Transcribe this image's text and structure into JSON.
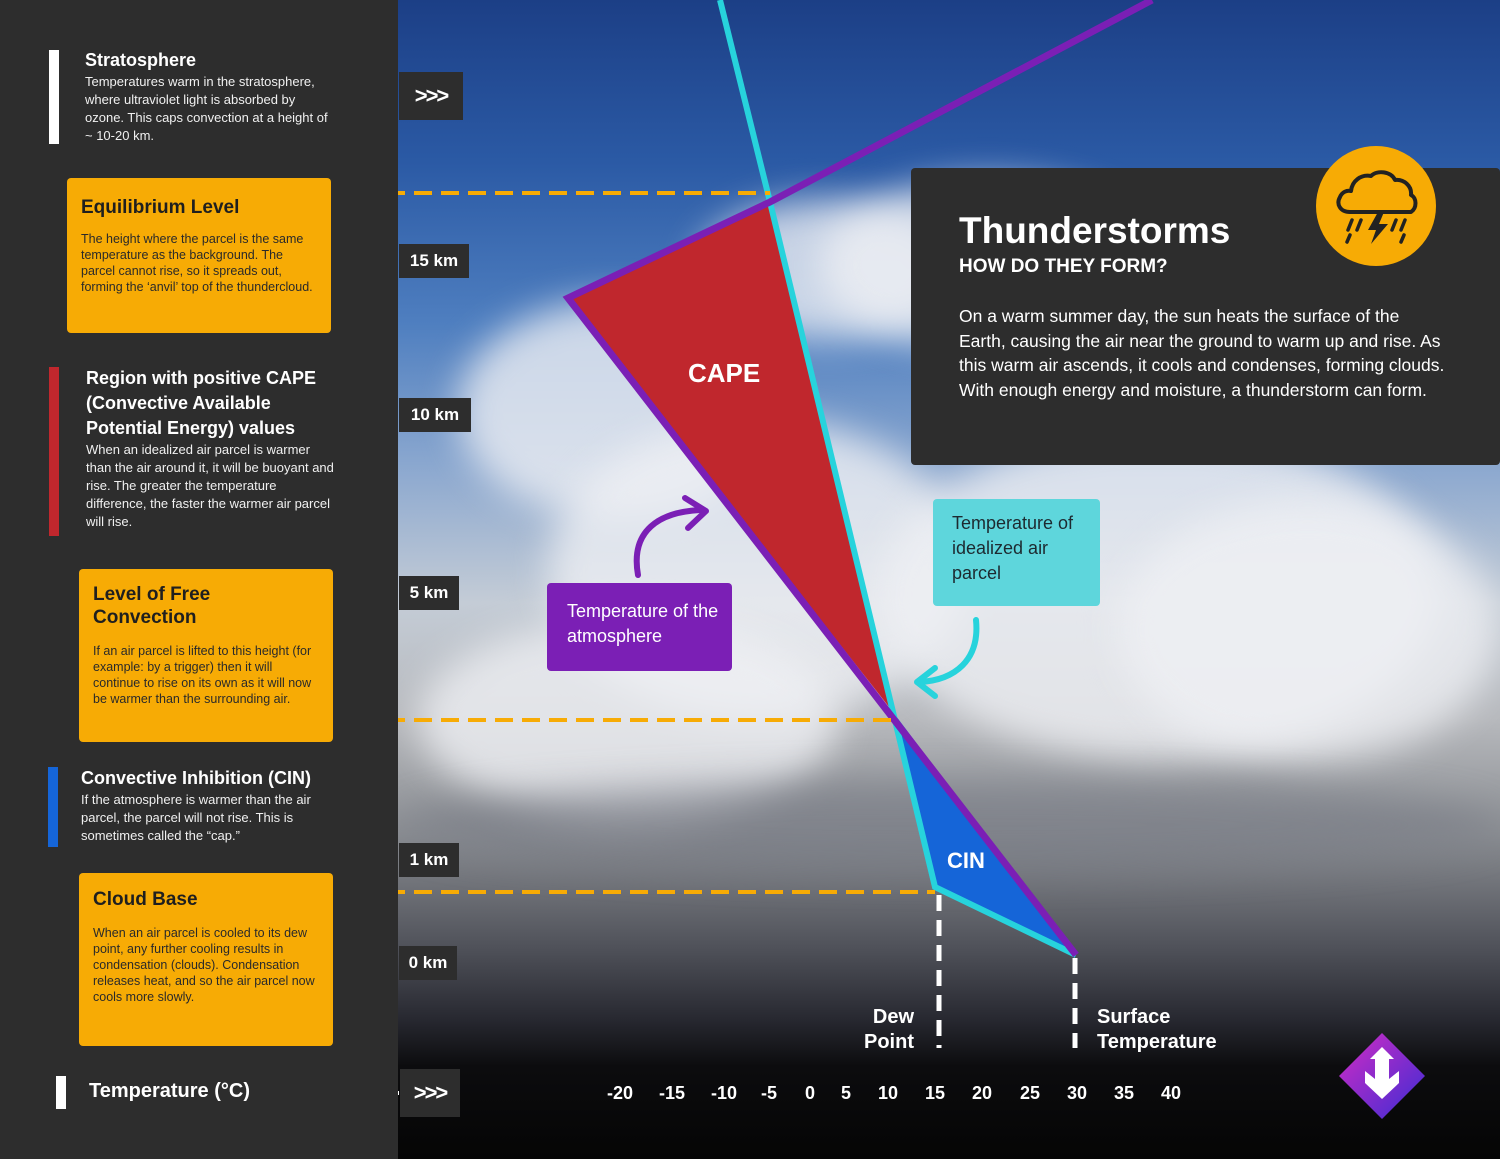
{
  "stratosphere": {
    "title": "Stratosphere",
    "body": "Temperatures warm in the stratosphere, where ultraviolet light is absorbed by ozone. This caps convection at a height of ~ 10-20 km."
  },
  "equilibrium": {
    "title": "Equilibrium Level",
    "body": "The height where the parcel is the same temperature as the background. The parcel cannot rise, so it spreads out, forming the ‘anvil’ top of the thundercloud."
  },
  "cape_region": {
    "title": "Region with positive CAPE (Convective Available Potential Energy) values",
    "body": "When an idealized air parcel is warmer than the air around it, it will be buoyant and rise. The greater the temperature difference, the faster the warmer air parcel will rise."
  },
  "lfc": {
    "title": "Level of Free Convection",
    "body": "If an air parcel is lifted to this height (for example: by a trigger) then it will continue to rise on its own as it will now be warmer than the surrounding air."
  },
  "cin_region": {
    "title": "Convective Inhibition (CIN)",
    "body": "If the atmosphere is warmer than the air parcel, the parcel will not rise. This is sometimes called the “cap.”"
  },
  "cloud_base": {
    "title": "Cloud Base",
    "body": "When an air parcel is cooled to its dew point, any further cooling results in condensation (clouds). Condensation releases heat, and so the air parcel now cools more slowly."
  },
  "temperature_axis": {
    "label": "Temperature (°C)",
    "arrow": ">>>",
    "ticks": [
      "-20",
      "-15",
      "-10",
      "-5",
      "0",
      "5",
      "10",
      "15",
      "20",
      "25",
      "30",
      "35",
      "40"
    ]
  },
  "altitude_labels": [
    "15 km",
    "10 km",
    "5 km",
    "1 km",
    "0 km"
  ],
  "stratosphere_arrow": ">>>",
  "diagram": {
    "cape_label": "CAPE",
    "cin_label": "CIN",
    "atmosphere_callout": "Temperature of the atmosphere",
    "parcel_callout": "Temperature of idealized air parcel",
    "dew_point_label": "Dew Point",
    "surface_temp_label": "Surface Temperature"
  },
  "info": {
    "title": "Thunderstorms",
    "subtitle": "HOW DO THEY FORM?",
    "body": "On a warm summer day, the sun heats the surface of the Earth, causing the air near the ground to warm up and rise. As this warm air ascends, it cools and condenses, forming clouds. With enough energy and moisture, a thunderstorm can form."
  },
  "icons": [
    "thunderstorm-cloud-icon",
    "chevrons-right-icon",
    "curved-arrow-icon",
    "logo-diamond-icon"
  ],
  "colors": {
    "panel": "#2d2d2d",
    "accent_yellow": "#f7ab05",
    "cape_red": "#c0272d",
    "cin_blue": "#1565d8",
    "parcel_cyan": "#27d3dc",
    "atmosphere_purple": "#7b1fb5",
    "callout_teal": "#5ed6dc"
  }
}
